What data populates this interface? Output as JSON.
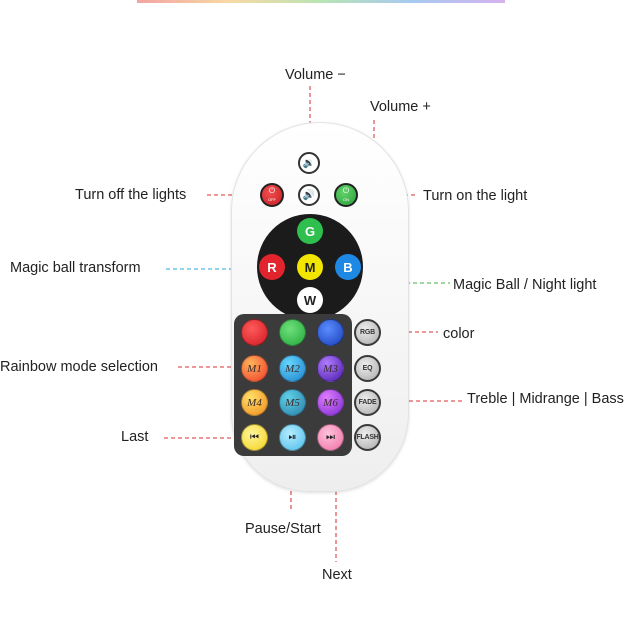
{
  "labels": {
    "volume_down": "Volume −",
    "volume_up": "Volume +",
    "turn_off": "Turn off the lights",
    "turn_on": "Turn on the light",
    "magic_transform": "Magic ball transform",
    "magic_ball_night": "Magic Ball / Night light",
    "color": "color",
    "rainbow_mode": "Rainbow mode selection",
    "treble_mid_bass": "Treble | Midrange | Bass",
    "last": "Last",
    "pause_start": "Pause/Start",
    "next": "Next"
  },
  "remote": {
    "power_off_text": "OFF",
    "power_on_text": "ON",
    "balls": {
      "g": "G",
      "r": "R",
      "m": "M",
      "b": "B",
      "w": "W"
    },
    "modes": [
      "M1",
      "M2",
      "M3",
      "M4",
      "M5",
      "M6"
    ],
    "side_buttons": {
      "rgb": "RGB",
      "eq": "EQ",
      "fade": "FADE",
      "flash": "FLASH"
    },
    "transport": {
      "prev": "⏮",
      "play_pause": "⏯",
      "next": "⏭"
    }
  },
  "colors": {
    "red": "#e2242c",
    "green": "#2fbf4e",
    "blue": "#1e4fc9",
    "yellow": "#f2e600",
    "white": "#ffffff",
    "leader_red": "#e05a5a",
    "leader_blue": "#52b9e8",
    "leader_green": "#66c266"
  }
}
